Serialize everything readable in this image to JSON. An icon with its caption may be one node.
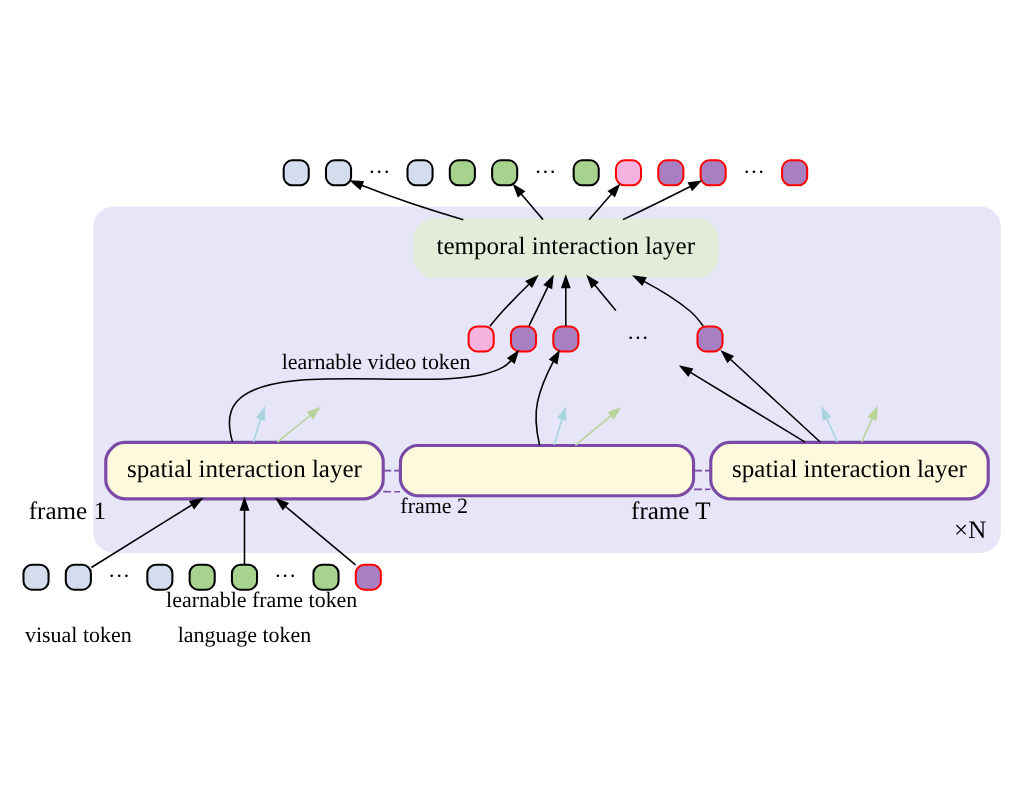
{
  "diagram": {
    "nodes": [
      {
        "text": [],
        "shape": "box"
      },
      {
        "text": [],
        "shape": "box"
      },
      {
        "text": [],
        "shape": "box"
      },
      {
        "text": [],
        "shape": "box"
      },
      {
        "text": [],
        "shape": "box"
      },
      {
        "text": [],
        "shape": "box"
      },
      {
        "text": [],
        "shape": "box"
      },
      {
        "text": [],
        "shape": "box"
      },
      {
        "text": [],
        "shape": "box"
      },
      {
        "text": [],
        "shape": "box"
      },
      {
        "text": [
          "×N"
        ]
      },
      {
        "text": [
          "temporal interaction layer"
        ],
        "in": 10
      },
      {
        "text": [],
        "shape": "box",
        "in": 10,
        "beside": [
          "learnable video token"
        ]
      },
      {
        "text": [],
        "shape": "box",
        "in": 10
      },
      {
        "text": [],
        "shape": "box",
        "in": 10
      },
      {
        "text": [
          "···"
        ],
        "in": 10
      },
      {
        "text": [],
        "shape": "box",
        "in": 10
      },
      {
        "text": [
          "spatial interaction layer"
        ],
        "in": 10,
        "beside": [
          "frame T"
        ]
      },
      {
        "text": [],
        "shape": "box",
        "in": 10,
        "beside": [
          "frame 2"
        ]
      },
      {
        "text": [
          "spatial interaction layer"
        ],
        "in": 10,
        "beside": [
          "frame 1"
        ]
      },
      {
        "text": [],
        "shape": "box"
      },
      {
        "text": [],
        "shape": "box"
      },
      {
        "text": [],
        "shape": "box"
      },
      {
        "text": [],
        "shape": "box"
      },
      {
        "text": [],
        "shape": "box"
      },
      {
        "text": [],
        "shape": "box"
      },
      {
        "text": [],
        "shape": "box",
        "beside": [
          "learnable frame token"
        ]
      }
    ],
    "edges": [
      {
        "from": 11,
        "to": 1,
        "arrow": "to"
      },
      {
        "from": 11,
        "to": 4,
        "arrow": "to"
      },
      {
        "from": 11,
        "to": 6,
        "arrow": "to"
      },
      {
        "from": 11,
        "to": 8,
        "arrow": "to"
      },
      {
        "from": 12,
        "to": 11,
        "arrow": "to"
      },
      {
        "from": 13,
        "to": 11,
        "arrow": "to"
      },
      {
        "from": 14,
        "to": 11,
        "arrow": "to"
      },
      {
        "from": 15,
        "to": 11,
        "arrow": "to"
      },
      {
        "from": 16,
        "to": 11,
        "arrow": "to"
      },
      {
        "from": 19,
        "to": 13,
        "arrow": "to"
      },
      {
        "from": 18,
        "to": 14,
        "arrow": "to"
      },
      {
        "from": 17,
        "to": 15,
        "arrow": "to"
      },
      {
        "from": 17,
        "to": 16,
        "arrow": "to"
      },
      {
        "from": 17,
        "to": null,
        "arrow": "to",
        "color": "#b8d49a"
      },
      {
        "from": 17,
        "to": null,
        "arrow": "to",
        "color": "#a9d4e0"
      },
      {
        "from": 18,
        "to": null,
        "arrow": "to",
        "color": "#b8d49a"
      },
      {
        "from": 18,
        "to": null,
        "arrow": "to",
        "color": "#a9d4e0"
      },
      {
        "from": 19,
        "to": null,
        "arrow": "to",
        "color": "#b8d49a"
      },
      {
        "from": 19,
        "to": null,
        "arrow": "to",
        "color": "#a9d4e0"
      },
      {
        "from": 19,
        "to": 18,
        "arrow": "none",
        "style": "dashed",
        "color": "#7a4aa6"
      },
      {
        "from": 18,
        "to": 17,
        "arrow": "none",
        "style": "dashed",
        "color": "#7a4aa6"
      },
      {
        "from": 19,
        "to": 18,
        "arrow": "none",
        "style": "dashed",
        "color": "#7a4aa6"
      },
      {
        "from": 18,
        "to": 17,
        "arrow": "none",
        "style": "dashed",
        "color": "#7a4aa6"
      },
      {
        "from": 21,
        "to": 19,
        "arrow": "to"
      },
      {
        "from": 24,
        "to": 19,
        "arrow": "to"
      },
      {
        "from": 26,
        "to": 19,
        "arrow": "to"
      }
    ],
    "labels": [
      "···",
      "···",
      "···",
      "···",
      "···",
      "visual token",
      "language token"
    ]
  }
}
